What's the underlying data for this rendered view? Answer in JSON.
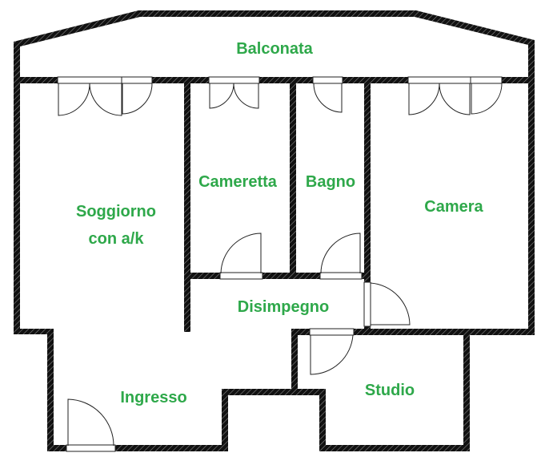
{
  "colors": {
    "label": "#2ea84a",
    "wall": "#111111",
    "hatch": "#8a8a8a"
  },
  "rooms": {
    "balconata": "Balconata",
    "cameretta": "Cameretta",
    "bagno": "Bagno",
    "camera": "Camera",
    "soggiorno_line1": "Soggiorno",
    "soggiorno_line2": "con a/k",
    "disimpegno": "Disimpegno",
    "ingresso": "Ingresso",
    "studio": "Studio"
  }
}
